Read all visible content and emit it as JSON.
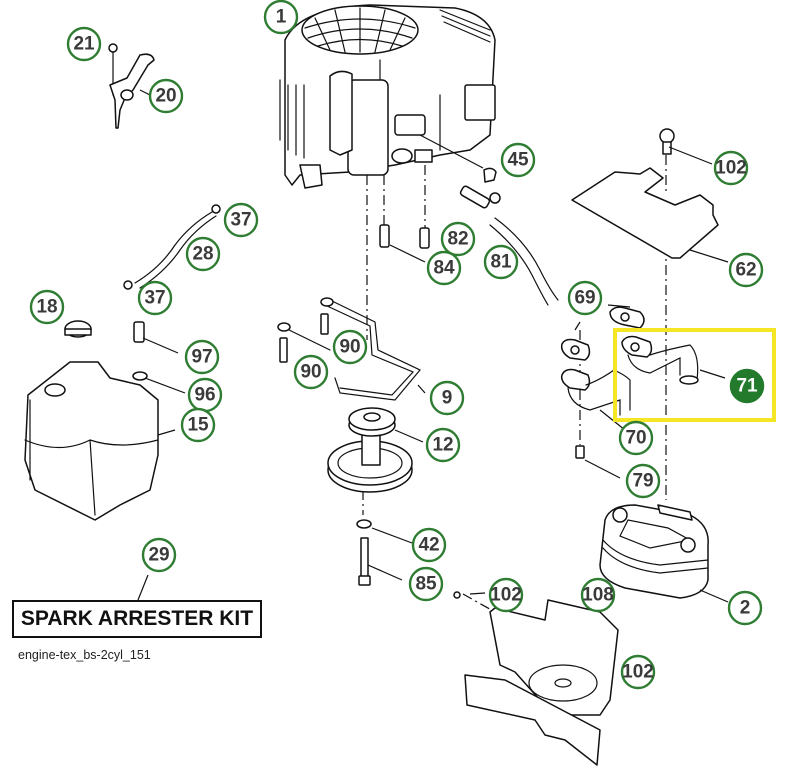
{
  "diagram": {
    "reference_code": "engine-tex_bs-2cyl_151",
    "kit_label": "SPARK ARRESTER KIT",
    "highlighted_part": "71",
    "colors": {
      "callout_ring": "#2e7d32",
      "callout_text": "#3a3a3a",
      "highlight_fill": "#237a2c",
      "highlight_box": "#f5e625"
    },
    "callouts": [
      {
        "id": "1",
        "label": "1",
        "part": "engine"
      },
      {
        "id": "21",
        "label": "21",
        "part": "dipstick-bolt"
      },
      {
        "id": "20",
        "label": "20",
        "part": "dipstick-tube"
      },
      {
        "id": "45",
        "label": "45",
        "part": "cap"
      },
      {
        "id": "37a",
        "label": "37",
        "part": "hose-clamp"
      },
      {
        "id": "28",
        "label": "28",
        "part": "fuel-line"
      },
      {
        "id": "37b",
        "label": "37",
        "part": "hose-clamp"
      },
      {
        "id": "82",
        "label": "82",
        "part": "oil-drain-valve"
      },
      {
        "id": "84",
        "label": "84",
        "part": "bolt"
      },
      {
        "id": "81",
        "label": "81",
        "part": "oil-drain-hose"
      },
      {
        "id": "102a",
        "label": "102",
        "part": "screw"
      },
      {
        "id": "62",
        "label": "62",
        "part": "heat-shield"
      },
      {
        "id": "18",
        "label": "18",
        "part": "fuel-cap"
      },
      {
        "id": "97",
        "label": "97",
        "part": "bolt"
      },
      {
        "id": "96",
        "label": "96",
        "part": "washer"
      },
      {
        "id": "15",
        "label": "15",
        "part": "fuel-tank"
      },
      {
        "id": "90a",
        "label": "90",
        "part": "bolt"
      },
      {
        "id": "90b",
        "label": "90",
        "part": "bolt"
      },
      {
        "id": "9",
        "label": "9",
        "part": "bracket"
      },
      {
        "id": "12",
        "label": "12",
        "part": "pulley"
      },
      {
        "id": "69",
        "label": "69",
        "part": "exhaust-gasket"
      },
      {
        "id": "71",
        "label": "71",
        "part": "exhaust-pipe"
      },
      {
        "id": "70",
        "label": "70",
        "part": "exhaust-pipe"
      },
      {
        "id": "79",
        "label": "79",
        "part": "bolt"
      },
      {
        "id": "42",
        "label": "42",
        "part": "washer"
      },
      {
        "id": "85",
        "label": "85",
        "part": "bolt"
      },
      {
        "id": "29",
        "label": "29",
        "part": "spark-arrester-kit"
      },
      {
        "id": "102b",
        "label": "102",
        "part": "screw"
      },
      {
        "id": "108",
        "label": "108",
        "part": "muffler-guard"
      },
      {
        "id": "102c",
        "label": "102",
        "part": "screw"
      },
      {
        "id": "2",
        "label": "2",
        "part": "muffler"
      }
    ]
  }
}
